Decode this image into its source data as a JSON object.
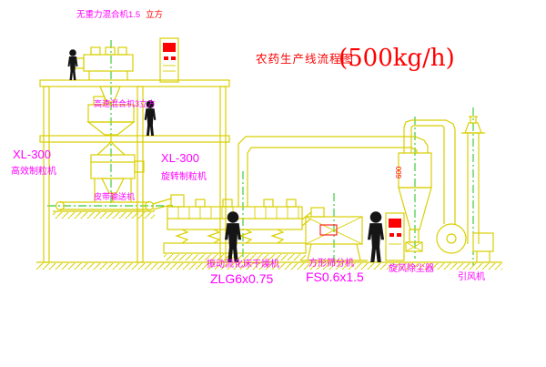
{
  "title": {
    "main": "农药生产线流程图",
    "capacity": "(500kg/h)"
  },
  "labels": {
    "top_mixer": "无重力混合机1.5",
    "top_mixer_unit": "立方",
    "high_speed_mixer": "高速混合机3立方",
    "left_granulator_model": "XL-300",
    "left_granulator_name": "高效制粒机",
    "center_granulator_model": "XL-300",
    "center_granulator_name": "旋转制粒机",
    "belt_conveyor": "皮带输送机",
    "dryer_name": "振动流化床干燥机",
    "dryer_model": "ZLG6x0.75",
    "sifter_name": "方形筛分机",
    "sifter_model": "FS0.6x1.5",
    "cyclone_name": "旋风除尘器",
    "fan_name": "引风机"
  },
  "dims": {
    "duct_diameter": "600"
  },
  "colors": {
    "cad_line": "#d8cf00",
    "label_magenta": "#ff00ff",
    "accent_red": "#ff0000",
    "centerline_green": "#00bb00",
    "figure_black": "#151515",
    "background": "#ffffff"
  }
}
